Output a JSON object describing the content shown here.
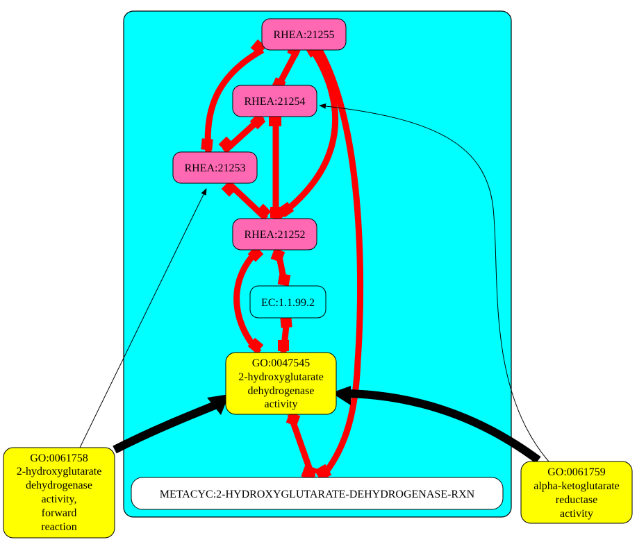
{
  "nodes": [
    {
      "id": "rhea21255",
      "lines": [
        "RHEA:21255"
      ],
      "fill": "#ff69b4"
    },
    {
      "id": "rhea21254",
      "lines": [
        "RHEA:21254"
      ],
      "fill": "#ff69b4"
    },
    {
      "id": "rhea21253",
      "lines": [
        "RHEA:21253"
      ],
      "fill": "#ff69b4"
    },
    {
      "id": "rhea21252",
      "lines": [
        "RHEA:21252"
      ],
      "fill": "#ff69b4"
    },
    {
      "id": "ec",
      "lines": [
        "EC:1.1.99.2"
      ],
      "fill": "#00ffff"
    },
    {
      "id": "go47545",
      "lines": [
        "GO:0047545",
        "2-hydroxyglutarate",
        "dehydrogenase",
        "activity"
      ],
      "fill": "#ffff00"
    },
    {
      "id": "metacyc",
      "lines": [
        "METACYC:2-HYDROXYGLUTARATE-DEHYDROGENASE-RXN"
      ],
      "fill": "#ffffff"
    },
    {
      "id": "go61758",
      "lines": [
        "GO:0061758",
        "2-hydroxyglutarate",
        "dehydrogenase",
        "activity,",
        "forward",
        "reaction"
      ],
      "fill": "#ffff00"
    },
    {
      "id": "go61759",
      "lines": [
        "GO:0061759",
        "alpha-ketoglutarate",
        "reductase",
        "activity"
      ],
      "fill": "#ffff00"
    }
  ],
  "colors": {
    "cluster_fill": "#00ffff",
    "red_edge": "#ff0000",
    "black_edge": "#000000"
  }
}
